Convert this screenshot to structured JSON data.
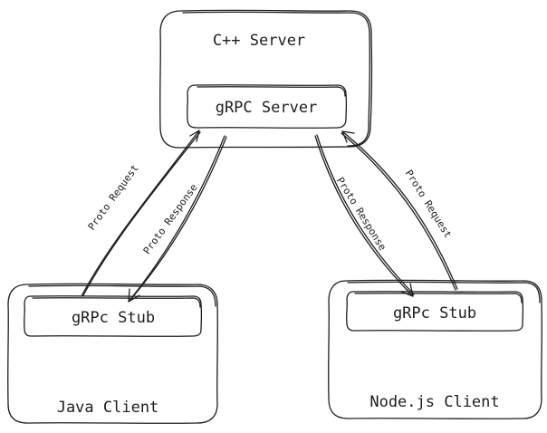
{
  "nodes": {
    "server": {
      "title": "C++ Server",
      "inner": "gRPC Server"
    },
    "java_client": {
      "title": "Java Client",
      "inner": "gRPc Stub"
    },
    "node_client": {
      "title": "Node.js Client",
      "inner": "gRPc Stub"
    }
  },
  "edges": {
    "java_request": "Proto Request",
    "java_response": "Proto Response",
    "node_response": "Proto Response",
    "node_request": "Proto Request"
  }
}
